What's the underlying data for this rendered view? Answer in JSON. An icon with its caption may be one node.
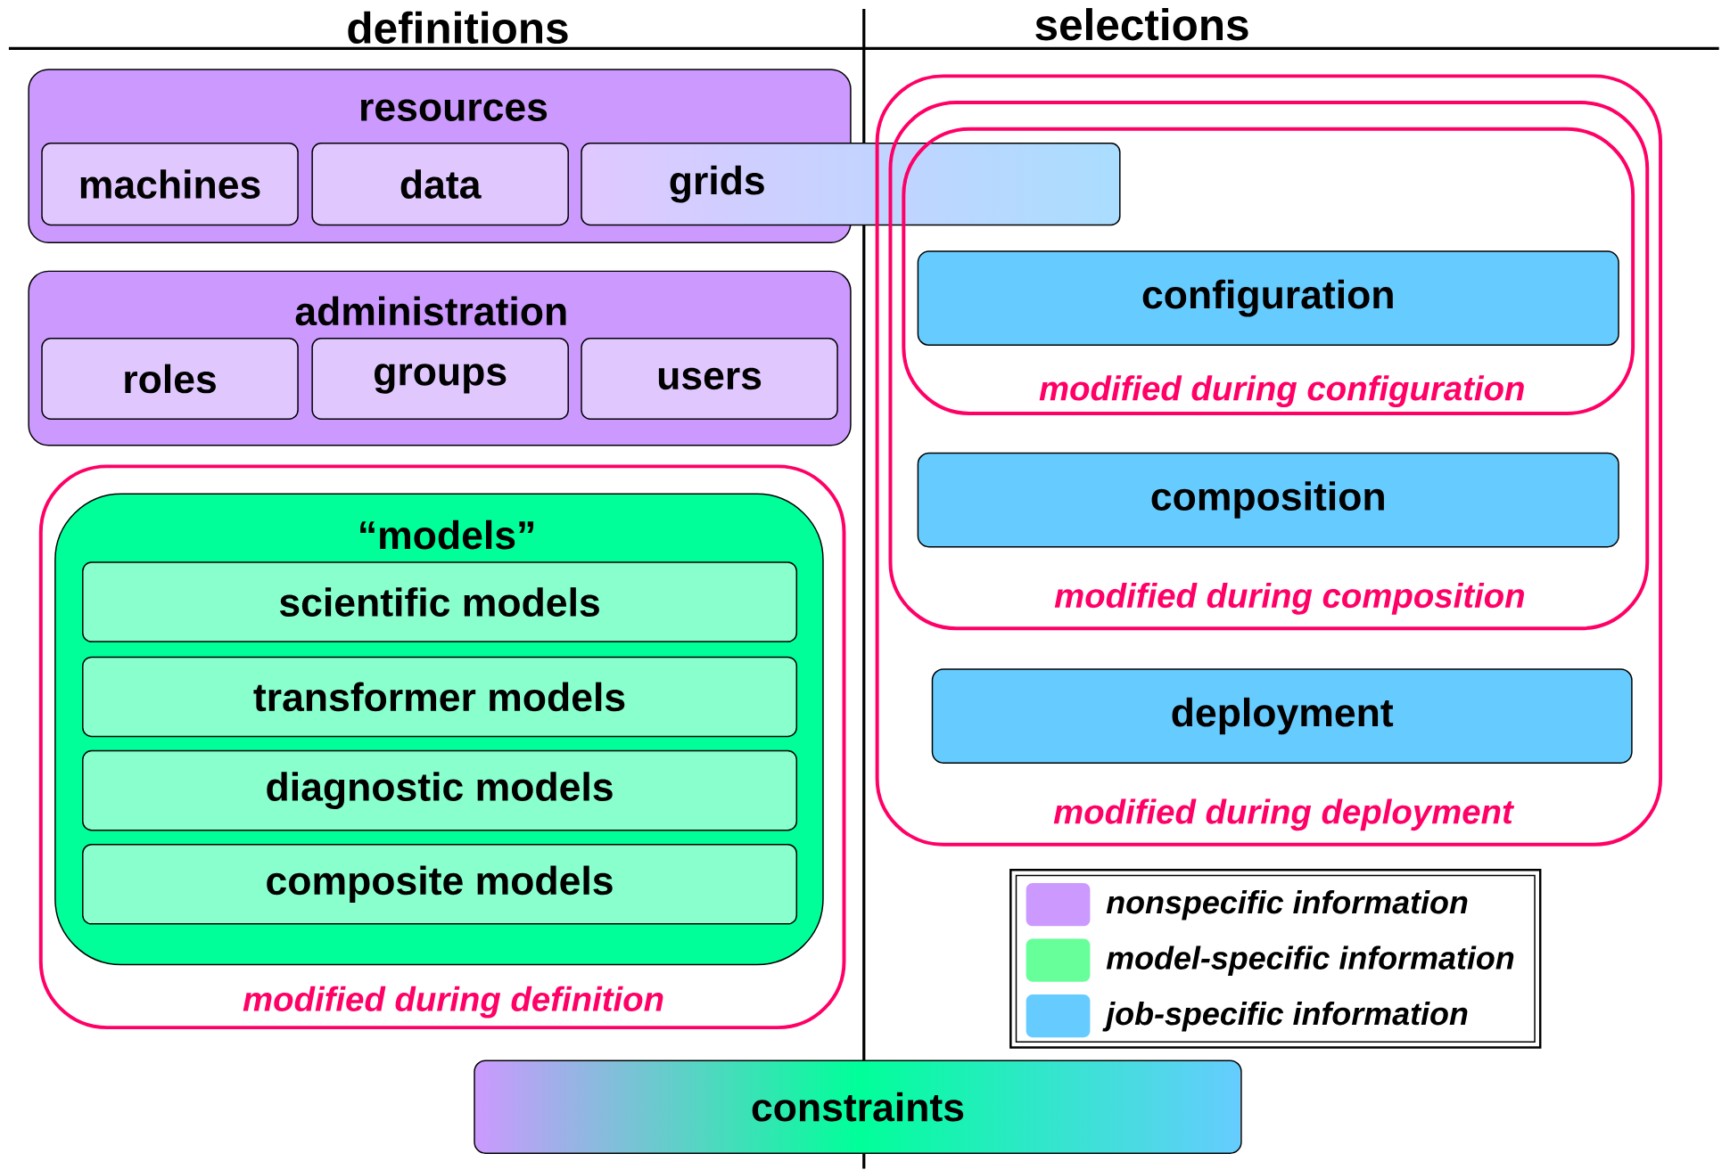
{
  "diagram": {
    "nodes": [
      {
        "text": [
          "resources"
        ]
      },
      {
        "text": [
          "machines"
        ],
        "in": 0
      },
      {
        "text": [
          "data"
        ],
        "in": 0
      },
      {
        "text": [
          "grids"
        ]
      },
      {
        "text": [
          "administration"
        ]
      },
      {
        "text": [
          "roles"
        ],
        "in": 4
      },
      {
        "text": [
          "groups"
        ],
        "in": 4
      },
      {
        "text": [
          "users"
        ],
        "in": 4
      },
      {
        "text": [
          "modified during definition"
        ]
      },
      {
        "text": [
          "“models”"
        ],
        "in": 8
      },
      {
        "text": [
          "scientific models"
        ],
        "in": 9
      },
      {
        "text": [
          "transformer models"
        ],
        "in": 9
      },
      {
        "text": [
          "diagnostic models"
        ],
        "in": 9
      },
      {
        "text": [
          "composite models"
        ],
        "in": 9
      },
      {
        "text": [
          "modified during deployment"
        ]
      },
      {
        "text": [
          "modified during composition"
        ],
        "in": 14
      },
      {
        "text": [
          "modified during configuration"
        ],
        "in": 15
      },
      {
        "text": [
          "configuration"
        ],
        "in": 16
      },
      {
        "text": [
          "composition"
        ],
        "in": 15
      },
      {
        "text": [
          "deployment"
        ],
        "in": 14
      },
      {
        "text": [
          "constraints"
        ]
      }
    ],
    "labels": [
      "definitions",
      "selections"
    ],
    "legend": [
      {
        "text": "nonspecific information",
        "color": "#cc99ff"
      },
      {
        "text": "model-specific information",
        "color": "#66ff99"
      },
      {
        "text": "job-specific information",
        "color": "#66ccff"
      }
    ]
  }
}
